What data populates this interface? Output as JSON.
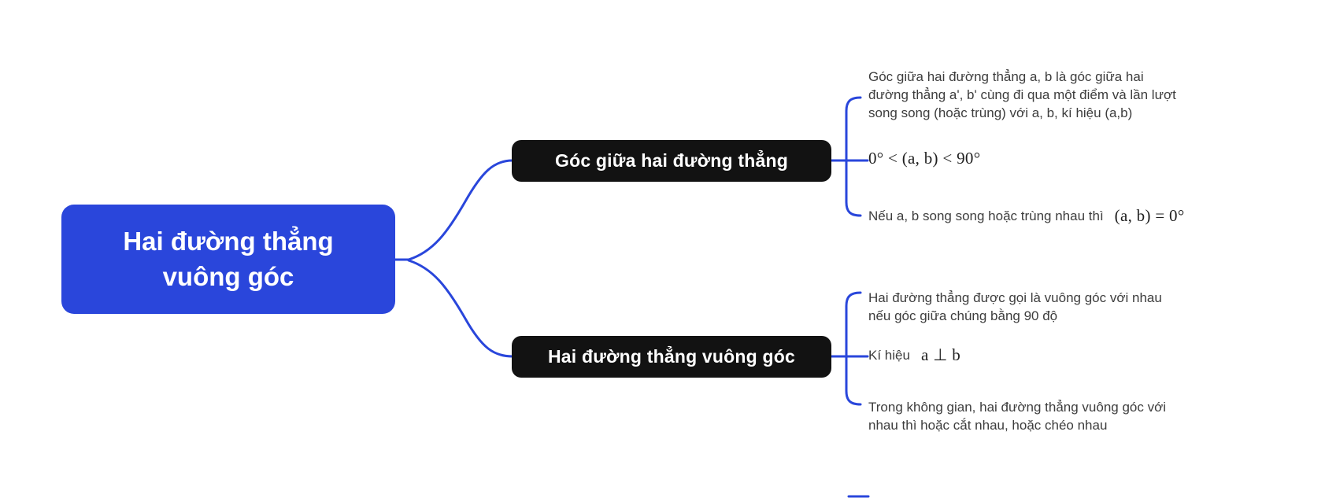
{
  "root": {
    "label": "Hai đường thẳng vuông góc"
  },
  "colors": {
    "root_bg": "#2a46db",
    "branch_bg": "#121212",
    "connector": "#2946db",
    "node_text": "#ffffff",
    "leaf_text": "#3d3d3d",
    "math_text": "#1f1f1f",
    "background": "#ffffff"
  },
  "branches": [
    {
      "label": "Góc giữa hai đường thẳng",
      "children": [
        {
          "text": "Góc giữa hai đường thẳng a, b là góc giữa hai đường thẳng a', b' cùng đi qua một điểm và lần lượt song song (hoặc trùng) với a, b, kí hiệu (a,b)"
        },
        {
          "math": "0° < (a, b) < 90°"
        },
        {
          "text": "Nếu a, b song song hoặc trùng nhau thì",
          "math": "(a, b) = 0°"
        }
      ]
    },
    {
      "label": "Hai đường thẳng vuông góc",
      "children": [
        {
          "text": "Hai đường thẳng được gọi là vuông góc với nhau nếu góc giữa chúng bằng 90 độ"
        },
        {
          "text": "Kí hiệu",
          "math": "a ⊥ b"
        },
        {
          "text": "Trong không gian, hai đường thẳng vuông góc với nhau thì hoặc cắt nhau, hoặc chéo nhau"
        }
      ]
    }
  ]
}
